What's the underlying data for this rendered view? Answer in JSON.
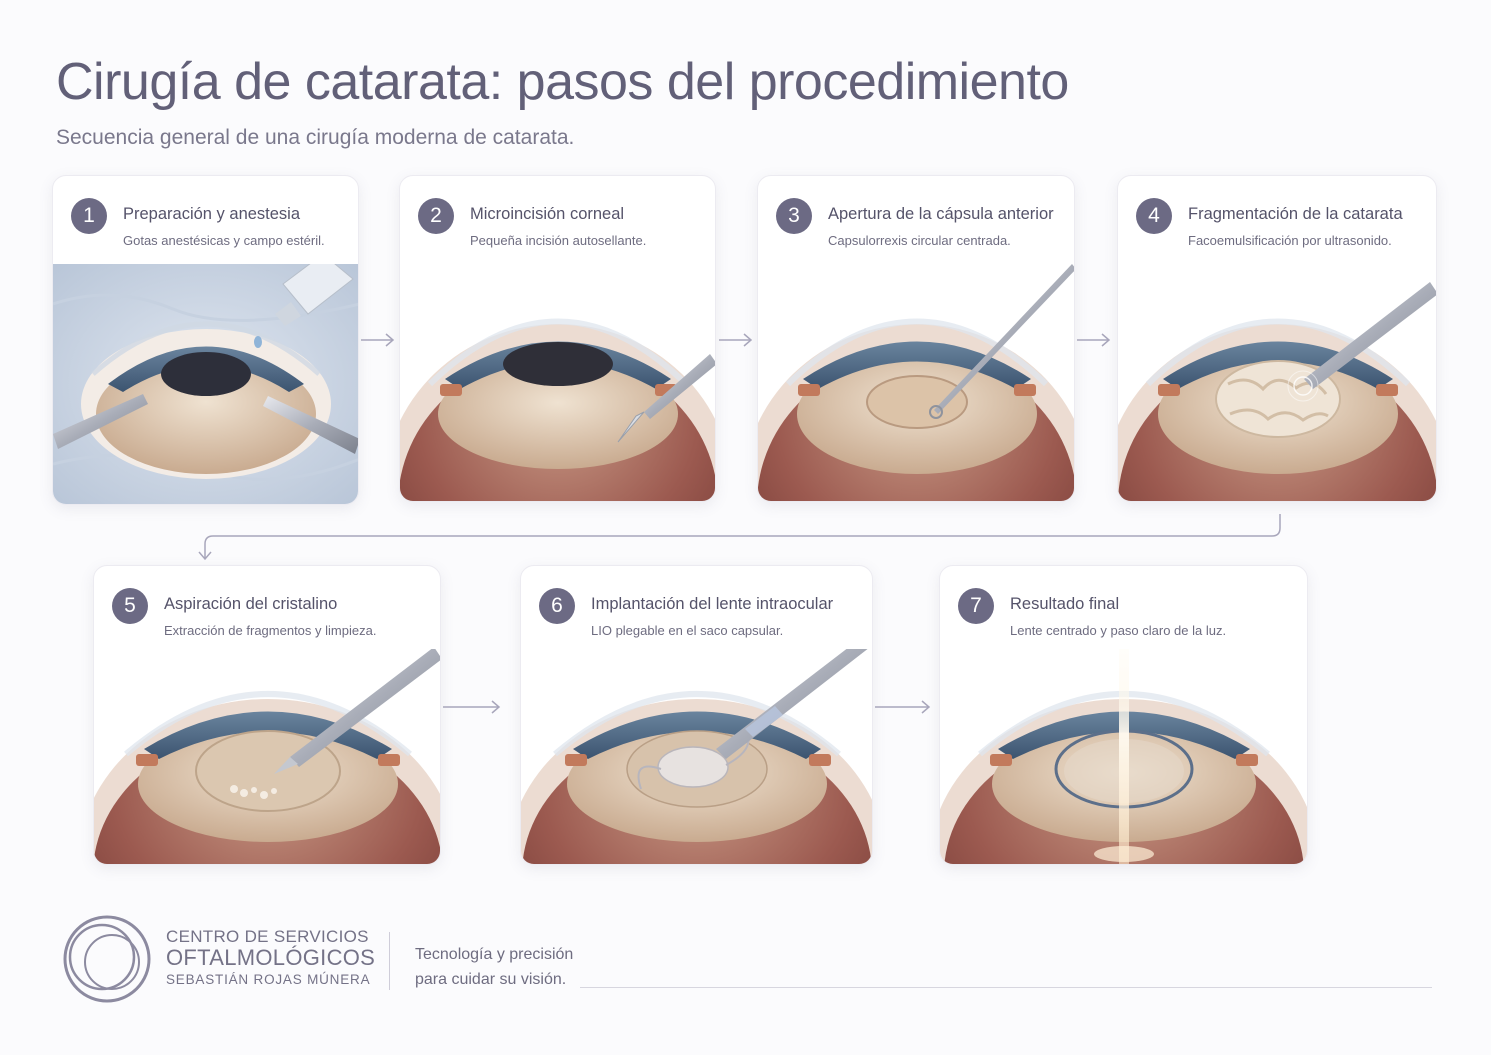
{
  "header": {
    "title": "Cirugía de catarata: pasos del procedimiento",
    "subtitle": "Secuencia general de una cirugía moderna de catarata."
  },
  "steps": [
    {
      "number": "1",
      "title": "Preparación y anestesia",
      "description": "Gotas anestésicas y campo estéril."
    },
    {
      "number": "2",
      "title": "Microincisión corneal",
      "description": "Pequeña incisión autosellante."
    },
    {
      "number": "3",
      "title": "Apertura de la cápsula anterior",
      "description": "Capsulorrexis circular centrada."
    },
    {
      "number": "4",
      "title": "Fragmentación de la catarata",
      "description": "Facoemulsificación por ultrasonido."
    },
    {
      "number": "5",
      "title": "Aspiración del cristalino",
      "description": "Extracción de fragmentos y limpieza."
    },
    {
      "number": "6",
      "title": "Implantación del lente intraocular",
      "description": "LIO plegable en el saco capsular."
    },
    {
      "number": "7",
      "title": "Resultado final",
      "description": "Lente centrado y paso claro de la luz."
    }
  ],
  "footer": {
    "brand_line1": "CENTRO DE SERVICIOS",
    "brand_line2": "OFTALMOLÓGICOS",
    "brand_line3": "SEBASTIÁN ROJAS MÚNERA",
    "tagline_line1": "Tecnología y precisión",
    "tagline_line2": "para cuidar su visión."
  },
  "colors": {
    "accent": "#6c6a84",
    "iris": "#4f6a86",
    "lens": "#d8c2aa",
    "fundus": "#8a4a44",
    "sclera": "#f1e6df"
  }
}
